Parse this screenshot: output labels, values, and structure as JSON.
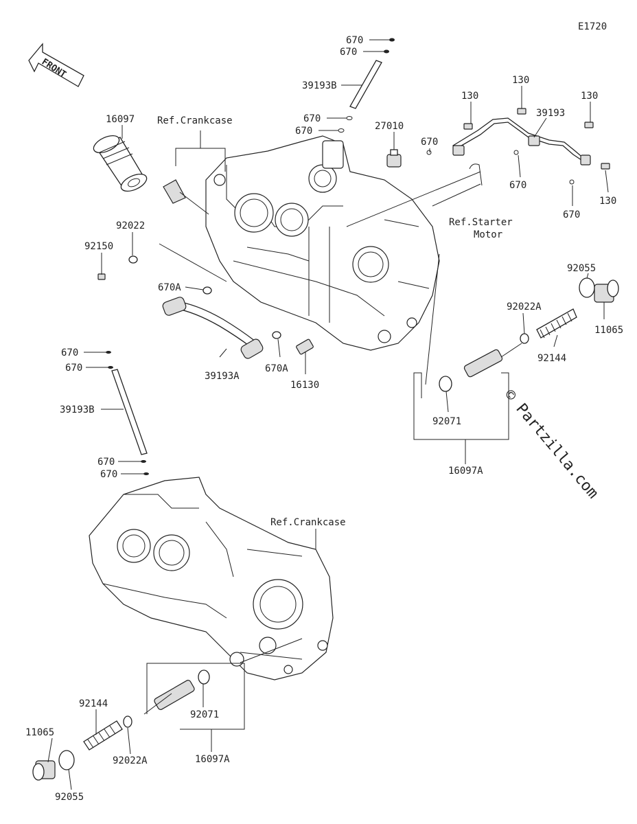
{
  "diagram_code": "E1720",
  "front_label": "FRONT",
  "watermark": "© Partzilla.com",
  "refs": {
    "crankcase_top": "Ref.Crankcase",
    "crankcase_bottom": "Ref.Crankcase",
    "starter_line1": "Ref.Starter",
    "starter_line2": "Motor"
  },
  "labels": {
    "p670_a": "670",
    "p670_b": "670",
    "p39193B_top": "39193B",
    "p670_c": "670",
    "p670_d": "670",
    "p27010": "27010",
    "p130_a": "130",
    "p130_b": "130",
    "p130_c": "130",
    "p130_d": "130",
    "p39193": "39193",
    "p670_e": "670",
    "p670_f": "670",
    "p670_g": "670",
    "p16097": "16097",
    "p92022": "92022",
    "p92150": "92150",
    "p670A_a": "670A",
    "p39193A": "39193A",
    "p670A_b": "670A",
    "p16130": "16130",
    "p92055_r": "92055",
    "p11065_r": "11065",
    "p92022A_r": "92022A",
    "p92144_r": "92144",
    "p92071_r": "92071",
    "p16097A_r": "16097A",
    "p670_h": "670",
    "p670_i": "670",
    "p39193B_left": "39193B",
    "p670_j": "670",
    "p670_k": "670",
    "p92144_l": "92144",
    "p92071_l": "92071",
    "p11065_l": "11065",
    "p92022A_l": "92022A",
    "p16097A_l": "16097A",
    "p92055_l": "92055"
  }
}
